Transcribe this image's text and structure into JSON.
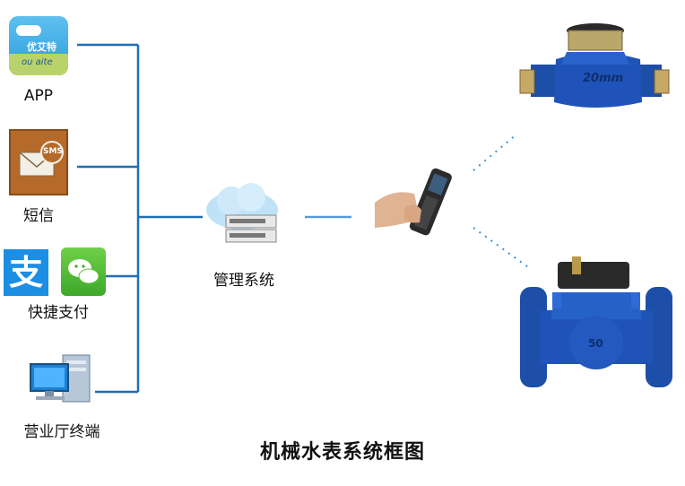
{
  "title": "机械水表系统框图",
  "clients": {
    "app": {
      "label": "APP",
      "logo_text": "优艾特",
      "logo_sub": "ou aite"
    },
    "sms": {
      "label": "短信",
      "badge": "SMS"
    },
    "pay": {
      "label": "快捷支付",
      "alipay_glyph": "支"
    },
    "terminal": {
      "label": "营业厅终端"
    }
  },
  "management": {
    "label": "管理系统"
  },
  "meters": {
    "small": {
      "size_label": "20mm"
    },
    "large": {
      "size_label": "50"
    }
  },
  "colors": {
    "line": "#1f6fb5",
    "meter_blue": "#1f53b8",
    "dotted": "#3a8fd0"
  }
}
